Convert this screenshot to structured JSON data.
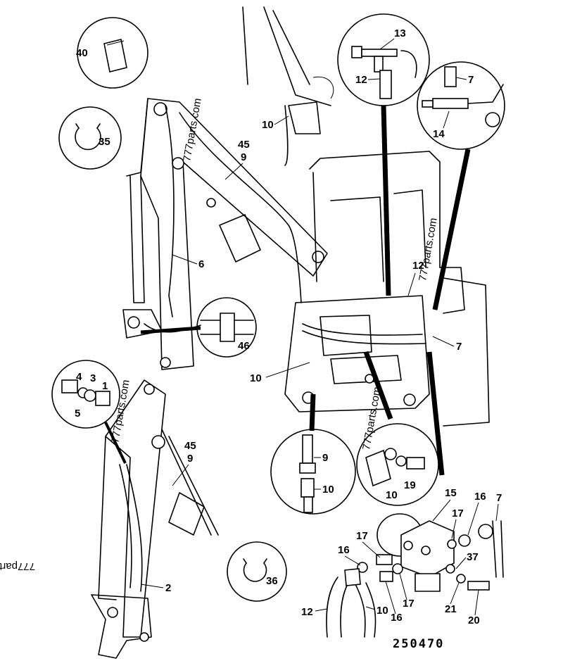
{
  "drawing_number": "250470",
  "watermark": "777parts.com",
  "watermark_mirrored": "777part",
  "callouts": {
    "c40": "40",
    "c35": "35",
    "c13": "13",
    "c12a": "12",
    "c7a": "7",
    "c14": "14",
    "c10a": "10",
    "c45a": "45",
    "c9a": "9",
    "c6": "6",
    "c12b": "12",
    "c7b": "7",
    "c46": "46",
    "c10b": "10",
    "c4": "4",
    "c3": "3",
    "c1": "1",
    "c5": "5",
    "c45b": "45",
    "c9b": "9",
    "c9c": "9",
    "c10c": "10",
    "c19": "19",
    "c10d": "10",
    "c15": "15",
    "c16a": "16",
    "c7c": "7",
    "c17a": "17",
    "c16b": "16",
    "c17b": "17",
    "c37": "37",
    "c16c": "16",
    "c17c": "17",
    "c36": "36",
    "c2": "2",
    "c12c": "12",
    "c10e": "10",
    "c21": "21",
    "c20": "20"
  }
}
